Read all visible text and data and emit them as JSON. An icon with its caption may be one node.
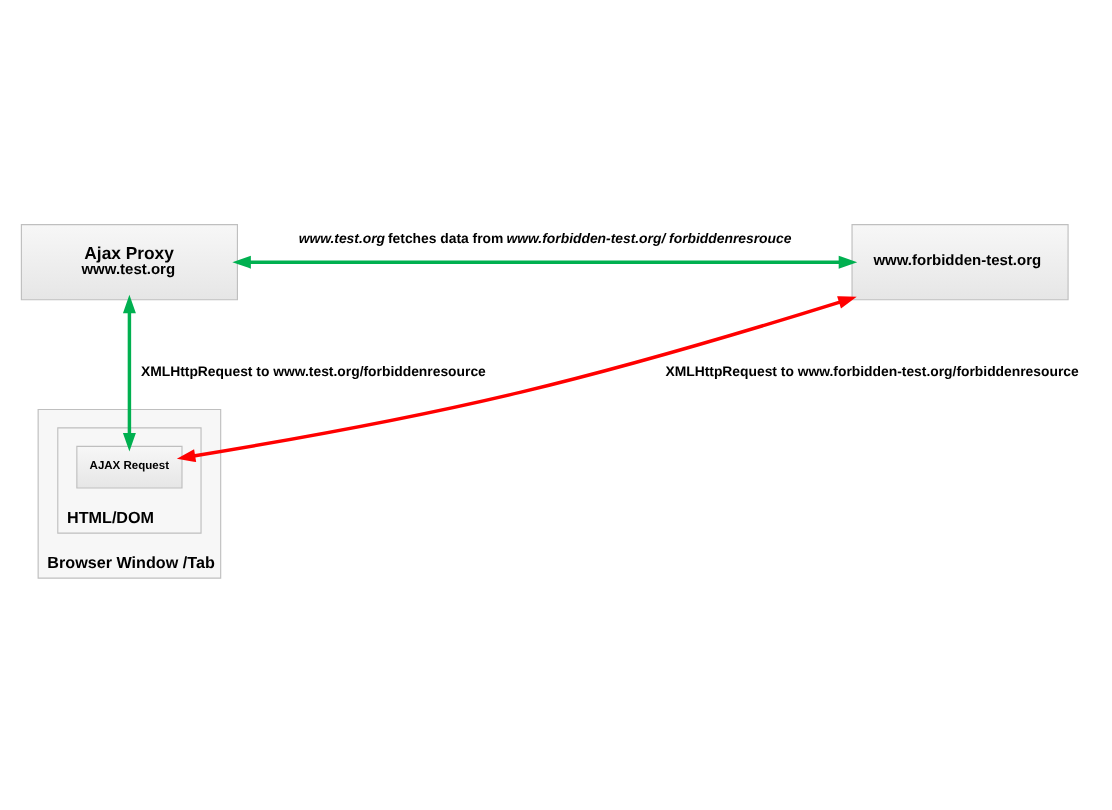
{
  "diagram": {
    "nodes": [
      {
        "text": [
          "Ajax Proxy",
          "www.test.org"
        ]
      },
      {
        "text": [
          "www.forbidden-test.org"
        ]
      },
      {
        "text": [
          "Browser Window /Tab"
        ]
      },
      {
        "text": [
          "HTML/DOM"
        ],
        "in": 2
      },
      {
        "text": [
          "AJAX Request"
        ],
        "in": 3
      }
    ],
    "edges": [
      {
        "from": 0,
        "to": 1,
        "arrow": "both",
        "label": "*www.test.org* fetches data from *www.forbidden-test.org/ forbiddenresrouce*"
      },
      {
        "from": 0,
        "to": 4,
        "arrow": "both",
        "label": "XMLHttpRequest to www.test.org/forbiddenresource"
      },
      {
        "from": 1,
        "to": 4,
        "arrow": "both",
        "label": "XMLHttpRequest to www.forbidden-test.org/forbiddenresource",
        "color": "#ff0000"
      }
    ]
  }
}
